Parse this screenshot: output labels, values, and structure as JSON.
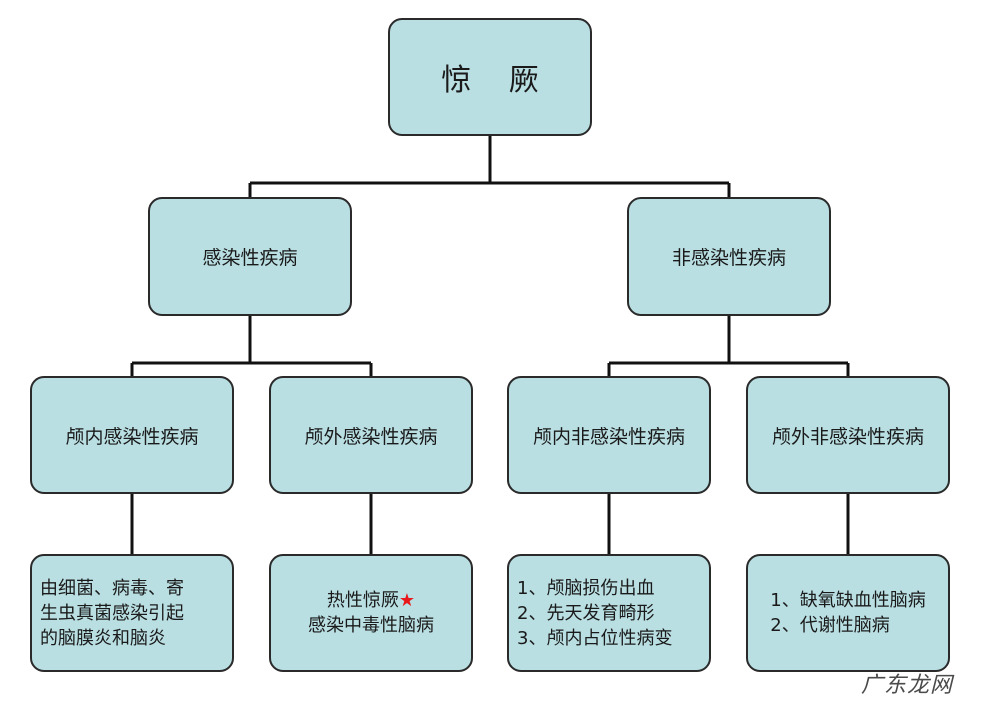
{
  "root": {
    "label": "惊 厥"
  },
  "level1": [
    {
      "label": "感染性疾病"
    },
    {
      "label": "非感染性疾病"
    }
  ],
  "level2": [
    {
      "label": "颅内感染性疾病"
    },
    {
      "label": "颅外感染性疾病"
    },
    {
      "label": "颅内非感染性疾病"
    },
    {
      "label": "颅外非感染性疾病"
    }
  ],
  "leaves": [
    {
      "lines": [
        "由细菌、病毒、寄",
        "生虫真菌感染引起",
        "的脑膜炎和脑炎"
      ]
    },
    {
      "line1": "热性惊厥",
      "star": "★",
      "line2": "感染中毒性脑病"
    },
    {
      "lines": [
        "1、颅脑损伤出血",
        "2、先天发育畸形",
        "3、颅内占位性病变"
      ]
    },
    {
      "lines": [
        "1、缺氧缺血性脑病",
        "2、代谢性脑病"
      ]
    }
  ],
  "watermark": "广东龙网"
}
